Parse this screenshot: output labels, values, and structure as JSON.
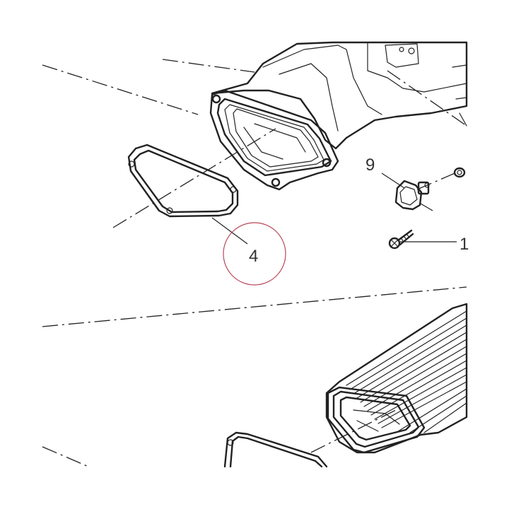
{
  "callouts": [
    {
      "number": "9"
    },
    {
      "number": "1"
    },
    {
      "number": "4"
    }
  ],
  "colors": {
    "line": "#222222",
    "fill_light": "#f3f3f3",
    "fill_mid": "#dcdcdc",
    "highlight_circle": "#b8455a"
  }
}
